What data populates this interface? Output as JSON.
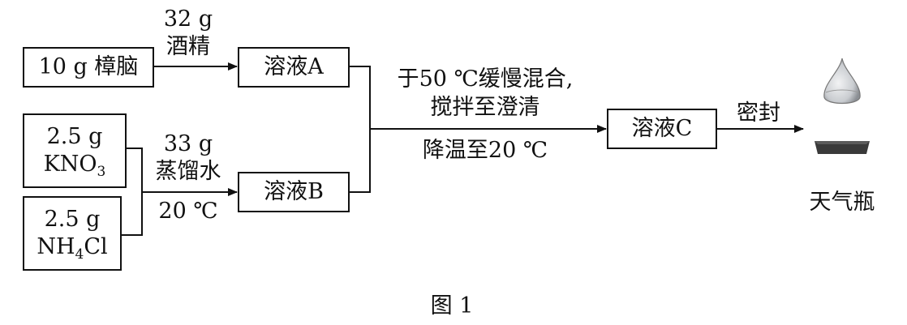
{
  "boxes": {
    "camphor": "10 g 樟脑",
    "kno3_mass": "2.5 g",
    "kno3_formula": {
      "main": "KNO",
      "sub": "3"
    },
    "nh4cl_mass": "2.5 g",
    "nh4cl_formula": {
      "main_a": "NH",
      "sub": "4",
      "main_b": "Cl"
    },
    "solution_a": "溶液A",
    "solution_b": "溶液B",
    "solution_c": "溶液C"
  },
  "labels": {
    "alcohol_mass": "32 g",
    "alcohol": "酒精",
    "water_mass": "33 g",
    "water": "蒸馏水",
    "water_temp": "20 ℃",
    "mix_line1": "于50 ℃缓慢混合,",
    "mix_line2": "搅拌至澄清",
    "cool": "降温至20 ℃",
    "seal": "密封",
    "storm_glass": "天气瓶"
  },
  "caption": "图 1",
  "colors": {
    "ink": "#111111",
    "glass": "#c9ccd0",
    "base": "#3a3a3a"
  }
}
